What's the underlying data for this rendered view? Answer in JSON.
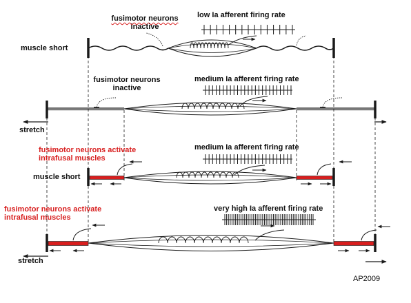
{
  "colors": {
    "line": "#1a1a1a",
    "fusimotor_active": "#d81e1e",
    "background": "#ffffff"
  },
  "panels": [
    {
      "id": "p1",
      "left_label": "muscle short",
      "fusimotor_line1": "fusimotor neurons",
      "fusimotor_line2": "inactive",
      "firing_label": "low Ia afferent firing rate",
      "spike_count": 15,
      "fusimotor_active": false
    },
    {
      "id": "p2",
      "left_label": "stretch",
      "fusimotor_line1": "fusimotor neurons",
      "fusimotor_line2": "inactive",
      "firing_label": "medium Ia afferent firing rate",
      "spike_count": 25,
      "fusimotor_active": false
    },
    {
      "id": "p3",
      "left_label": "muscle short",
      "fusimotor_line1": "fusimotor neurons activate",
      "fusimotor_line2": "intrafusal muscles",
      "firing_label": "medium Ia afferent firing rate",
      "spike_count": 25,
      "fusimotor_active": true
    },
    {
      "id": "p4",
      "left_label": "stretch",
      "fusimotor_line1": "fusimotor neurons activate",
      "fusimotor_line2": "intrafusal muscles",
      "firing_label": "very high Ia afferent firing rate",
      "spike_count": 50,
      "fusimotor_active": true
    }
  ],
  "credit": "AP2009"
}
